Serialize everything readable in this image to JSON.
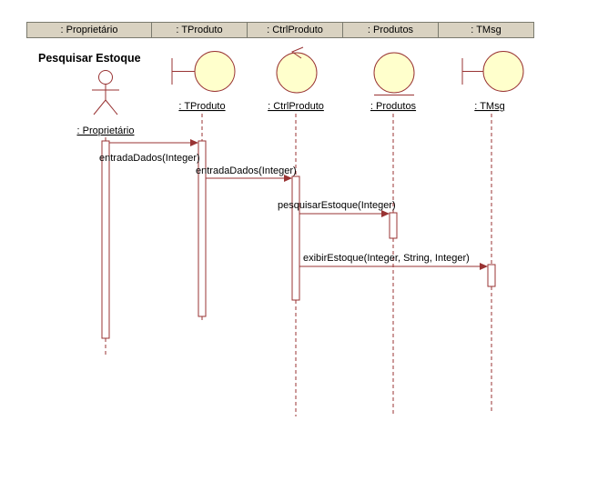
{
  "colors": {
    "line": "#993333",
    "icon_fill": "#ffffcc",
    "header_bg": "#d9d2c1",
    "bar_fill": "#ffffff"
  },
  "header": {
    "tabs": [
      {
        "label": ": Proprietário"
      },
      {
        "label": ": TProduto"
      },
      {
        "label": ": CtrlProduto"
      },
      {
        "label": ": Produtos"
      },
      {
        "label": ": TMsg"
      }
    ]
  },
  "diagram": {
    "title": "Pesquisar Estoque",
    "actor": {
      "label": ": Proprietário",
      "stereotype": "actor"
    },
    "objects": [
      {
        "label": ": TProduto",
        "stereotype": "boundary"
      },
      {
        "label": ": CtrlProduto",
        "stereotype": "control"
      },
      {
        "label": ": Produtos",
        "stereotype": "entity"
      },
      {
        "label": ": TMsg",
        "stereotype": "boundary"
      }
    ],
    "messages": [
      {
        "label": "entradaDados(Integer)",
        "from": ": Proprietário",
        "to": ": TProduto"
      },
      {
        "label": "entradaDados(Integer)",
        "from": ": TProduto",
        "to": ": CtrlProduto"
      },
      {
        "label": "pesquisarEstoque(Integer)",
        "from": ": CtrlProduto",
        "to": ": Produtos"
      },
      {
        "label": "exibirEstoque(Integer, String, Integer)",
        "from": ": CtrlProduto",
        "to": ": TMsg"
      }
    ]
  }
}
